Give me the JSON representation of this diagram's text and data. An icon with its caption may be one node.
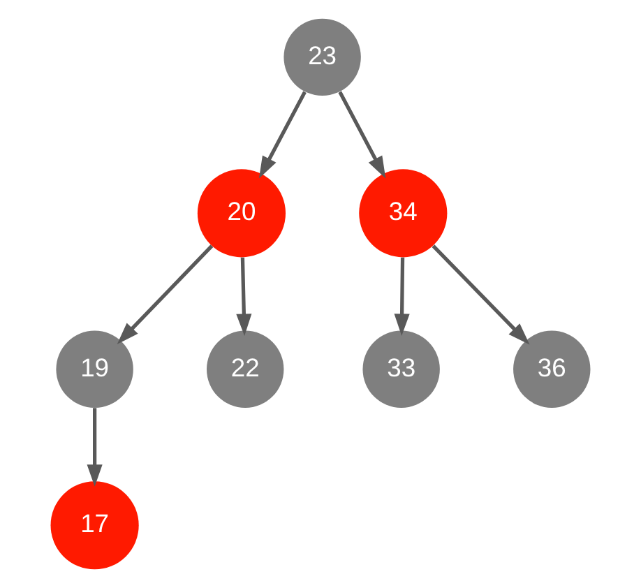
{
  "diagram": {
    "nodes": [
      {
        "text": [
          "23"
        ]
      },
      {
        "text": [
          "20"
        ]
      },
      {
        "text": [
          "34"
        ]
      },
      {
        "text": [
          "19"
        ]
      },
      {
        "text": [
          "22"
        ]
      },
      {
        "text": [
          "33"
        ]
      },
      {
        "text": [
          "36"
        ]
      },
      {
        "text": [
          "17"
        ]
      }
    ],
    "edges": [
      {
        "from": 0,
        "to": 1,
        "arrow": "to"
      },
      {
        "from": 0,
        "to": 2,
        "arrow": "to"
      },
      {
        "from": 1,
        "to": 3,
        "arrow": "to"
      },
      {
        "from": 1,
        "to": 4,
        "arrow": "to"
      },
      {
        "from": 2,
        "to": 5,
        "arrow": "to"
      },
      {
        "from": 2,
        "to": 6,
        "arrow": "to"
      },
      {
        "from": 3,
        "to": 7,
        "arrow": "to"
      }
    ]
  }
}
